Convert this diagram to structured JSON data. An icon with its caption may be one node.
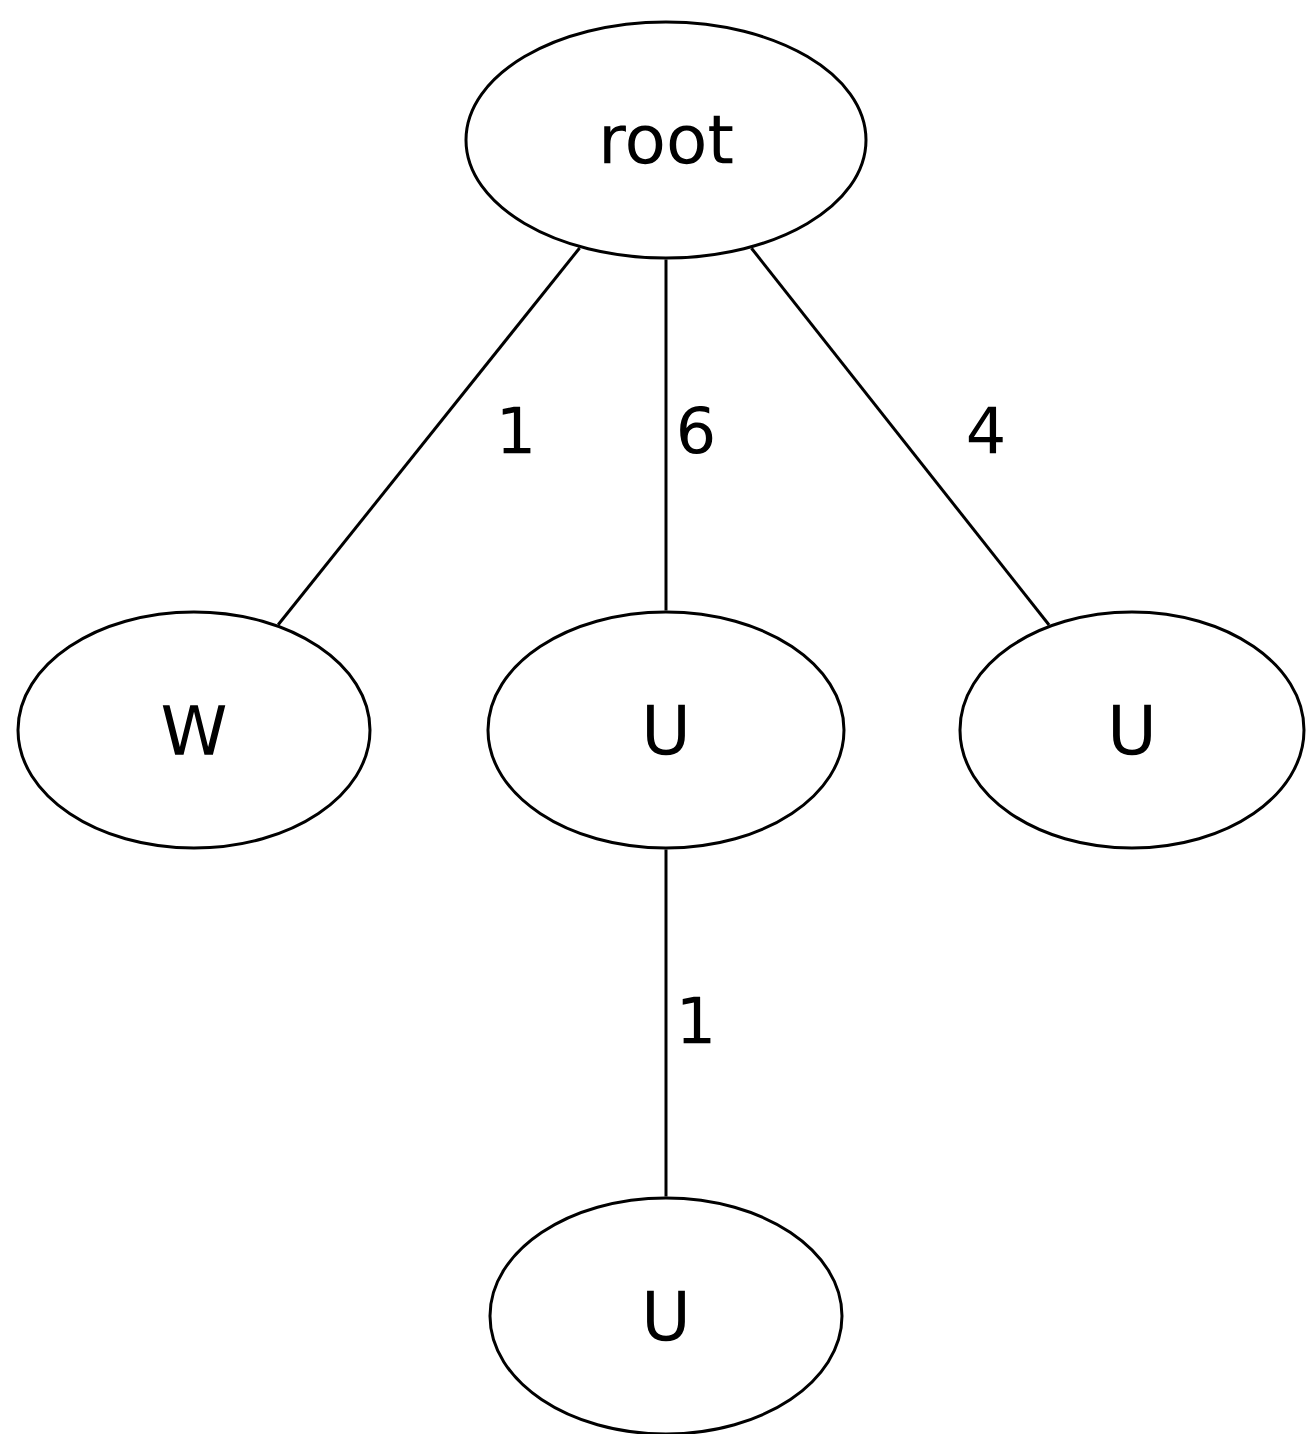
{
  "diagram": {
    "nodes": [
      {
        "text": [
          "root"
        ]
      },
      {
        "text": [
          "W"
        ]
      },
      {
        "text": [
          "U"
        ]
      },
      {
        "text": [
          "U"
        ]
      },
      {
        "text": [
          "U"
        ]
      }
    ],
    "edges": [
      {
        "from": 0,
        "to": 1,
        "arrow": "none",
        "label": "1"
      },
      {
        "from": 0,
        "to": 2,
        "arrow": "none",
        "label": "6"
      },
      {
        "from": 0,
        "to": 3,
        "arrow": "none",
        "label": "4"
      },
      {
        "from": 2,
        "to": 4,
        "arrow": "none",
        "label": "1"
      }
    ]
  }
}
